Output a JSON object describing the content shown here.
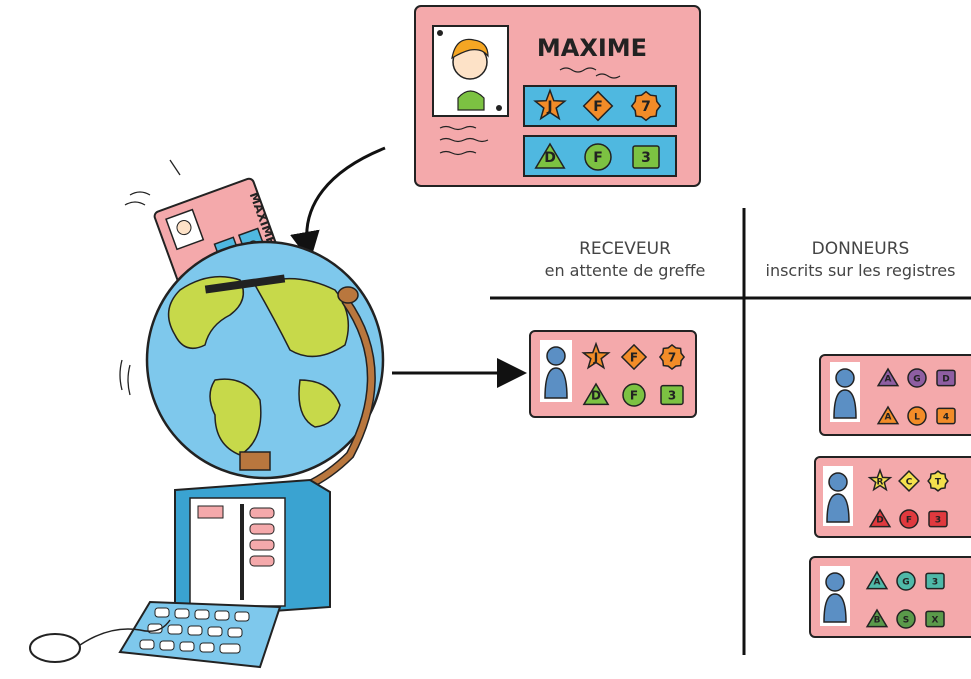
{
  "card": {
    "name": "MAXIME",
    "bg": "#f4a9ab",
    "panel_bg": "#4fb8e0",
    "top_row": [
      "J",
      "F",
      "7"
    ],
    "bottom_row": [
      "D",
      "F",
      "3"
    ]
  },
  "slot_card": {
    "name": "MAXIME"
  },
  "columns": {
    "receiver": {
      "title": "RECEVEUR",
      "subtitle": "en attente de greffe"
    },
    "donors": {
      "title": "DONNEURS",
      "subtitle": "inscrits sur les registres"
    }
  },
  "receiver_card": {
    "top": [
      {
        "shape": "star",
        "label": "J",
        "color": "#f28c28"
      },
      {
        "shape": "diamond",
        "label": "F",
        "color": "#f28c28"
      },
      {
        "shape": "badge",
        "label": "7",
        "color": "#f28c28"
      }
    ],
    "bottom": [
      {
        "shape": "triangle",
        "label": "D",
        "color": "#7cc242"
      },
      {
        "shape": "circle",
        "label": "F",
        "color": "#7cc242"
      },
      {
        "shape": "square",
        "label": "3",
        "color": "#7cc242"
      }
    ]
  },
  "donor_cards": [
    {
      "top": [
        {
          "shape": "triangle",
          "label": "A",
          "color": "#8e5ea2"
        },
        {
          "shape": "circle",
          "label": "G",
          "color": "#8e5ea2"
        },
        {
          "shape": "square",
          "label": "D",
          "color": "#8e5ea2"
        }
      ],
      "bottom": [
        {
          "shape": "triangle",
          "label": "A",
          "color": "#f28c28"
        },
        {
          "shape": "circle",
          "label": "L",
          "color": "#f28c28"
        },
        {
          "shape": "square",
          "label": "4",
          "color": "#f28c28"
        }
      ]
    },
    {
      "top": [
        {
          "shape": "star",
          "label": "R",
          "color": "#f4e04d"
        },
        {
          "shape": "diamond",
          "label": "C",
          "color": "#f4e04d"
        },
        {
          "shape": "badge",
          "label": "T",
          "color": "#f4e04d"
        }
      ],
      "bottom": [
        {
          "shape": "triangle",
          "label": "D",
          "color": "#e0393e"
        },
        {
          "shape": "circle",
          "label": "F",
          "color": "#e0393e"
        },
        {
          "shape": "square",
          "label": "3",
          "color": "#e0393e"
        }
      ]
    },
    {
      "top": [
        {
          "shape": "triangle",
          "label": "A",
          "color": "#4fb8a8"
        },
        {
          "shape": "circle",
          "label": "G",
          "color": "#4fb8a8"
        },
        {
          "shape": "square",
          "label": "3",
          "color": "#4fb8a8"
        }
      ],
      "bottom": [
        {
          "shape": "triangle",
          "label": "B",
          "color": "#5a9a4a"
        },
        {
          "shape": "circle",
          "label": "S",
          "color": "#5a9a4a"
        },
        {
          "shape": "square",
          "label": "X",
          "color": "#5a9a4a"
        }
      ]
    }
  ]
}
